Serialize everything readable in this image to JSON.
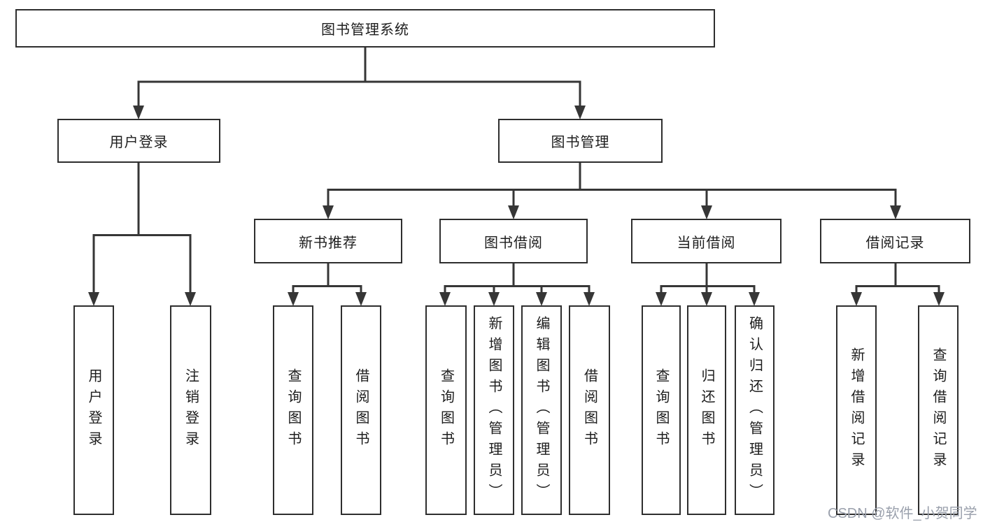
{
  "diagram_title": "图书管理系统",
  "tree": {
    "root": {
      "label": "图书管理系统"
    },
    "user_login": {
      "label": "用户登录",
      "children": [
        {
          "label": "用户登录"
        },
        {
          "label": "注销登录"
        }
      ]
    },
    "book_management": {
      "label": "图书管理",
      "children": [
        {
          "label": "新书推荐",
          "children": [
            {
              "label": "查询图书"
            },
            {
              "label": "借阅图书"
            }
          ]
        },
        {
          "label": "图书借阅",
          "children": [
            {
              "label": "查询图书"
            },
            {
              "label": "新增图书（管理员）"
            },
            {
              "label": "编辑图书（管理员）"
            },
            {
              "label": "借阅图书"
            }
          ]
        },
        {
          "label": "当前借阅",
          "children": [
            {
              "label": "查询图书"
            },
            {
              "label": "归还图书"
            },
            {
              "label": "确认归还（管理员）"
            }
          ]
        },
        {
          "label": "借阅记录",
          "children": [
            {
              "label": "新增借阅记录"
            },
            {
              "label": "查询借阅记录"
            }
          ]
        }
      ]
    }
  },
  "watermark": {
    "text": "CSDN @软件_小贺同学"
  },
  "colors": {
    "line": "#363636",
    "box_border": "#2e2e2e",
    "text": "#1d1d1d",
    "background": "#ffffff",
    "watermark": "#9aa0ac"
  }
}
